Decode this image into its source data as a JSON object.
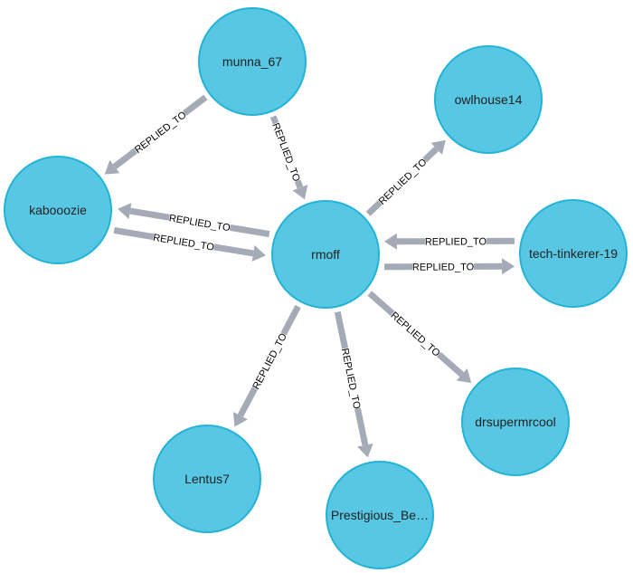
{
  "graph": {
    "nodes": [
      {
        "id": "munna",
        "label": "munna_67"
      },
      {
        "id": "owl",
        "label": "owlhouse14"
      },
      {
        "id": "kab",
        "label": "kabooozie"
      },
      {
        "id": "rmoff",
        "label": "rmoff"
      },
      {
        "id": "tech",
        "label": "tech-tinkerer-19"
      },
      {
        "id": "drs",
        "label": "drsupermrcool"
      },
      {
        "id": "lentus",
        "label": "Lentus7"
      },
      {
        "id": "prest",
        "label": "Prestigious_Be…"
      }
    ],
    "edges": [
      {
        "id": "e1",
        "source": "munna",
        "target": "kab",
        "label": "REPLIED_TO"
      },
      {
        "id": "e2",
        "source": "munna",
        "target": "rmoff",
        "label": "REPLIED_TO"
      },
      {
        "id": "e3",
        "source": "kab",
        "target": "rmoff",
        "label": "REPLIED_TO"
      },
      {
        "id": "e4",
        "source": "rmoff",
        "target": "kab",
        "label": "REPLIED_TO"
      },
      {
        "id": "e5",
        "source": "rmoff",
        "target": "owl",
        "label": "REPLIED_TO"
      },
      {
        "id": "e6",
        "source": "rmoff",
        "target": "tech",
        "label": "REPLIED_TO"
      },
      {
        "id": "e7",
        "source": "tech",
        "target": "rmoff",
        "label": "REPLIED_TO"
      },
      {
        "id": "e8",
        "source": "rmoff",
        "target": "drs",
        "label": "REPLIED_TO"
      },
      {
        "id": "e9",
        "source": "rmoff",
        "target": "lentus",
        "label": "REPLIED_TO"
      },
      {
        "id": "e10",
        "source": "rmoff",
        "target": "prest",
        "label": "REPLIED_TO"
      }
    ],
    "colors": {
      "node_fill": "#57c7e3",
      "node_stroke": "#23b3d7",
      "edge": "#a5abb6"
    }
  }
}
